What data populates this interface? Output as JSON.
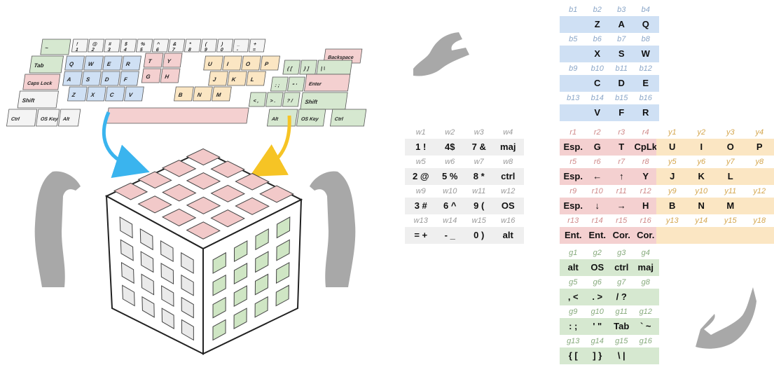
{
  "colors": {
    "blue": "#cfe0f4",
    "blue_label": "#8aa6c8",
    "red": "#f4d0d0",
    "red_label": "#d08a8a",
    "yellow": "#fbe6c3",
    "yellow_label": "#d4a64e",
    "green": "#d6e8d0",
    "green_label": "#86aa7c",
    "gray": "#efefef",
    "gray_label": "#9a9a9a",
    "arrow_blue": "#3ab4ee",
    "arrow_yellow": "#f6c425",
    "hand": "#a8a8a8"
  },
  "keyboard": {
    "row1": [
      "~",
      "!\n1",
      "@\n2",
      "#\n3",
      "$\n4",
      "%\n5",
      "^\n6",
      "&\n7",
      "*\n8",
      "(\n9",
      ")\n0",
      "_\n-",
      "+\n="
    ],
    "qwer": [
      "Q",
      "W",
      "E",
      "R"
    ],
    "ty": [
      "T",
      "Y"
    ],
    "uiop": [
      "U",
      "I",
      "O",
      "P"
    ],
    "asdf": [
      "A",
      "S",
      "D",
      "F"
    ],
    "gh": [
      "G",
      "H"
    ],
    "jkl": [
      "J",
      "K",
      "L"
    ],
    "zxcv": [
      "Z",
      "X",
      "C",
      "V"
    ],
    "bnm": [
      "B",
      "N",
      "M"
    ],
    "tab": "Tab",
    "caps": "Caps Lock",
    "shift_l": "Shift",
    "shift_r": "Shift",
    "ctrl_l": "Ctrl",
    "ctrl_r": "Ctrl",
    "os_l": "OS Key",
    "os_r": "OS Key",
    "alt_l": "Alt",
    "alt_r": "Alt",
    "backspace": "Backspace",
    "enter": "Enter",
    "brace_open": "{ [",
    "brace_close": "} ]",
    "pipe": "| \\",
    "colon": ": ;",
    "quote": "\" '",
    "lt": "< ,",
    "gt": "> .",
    "question": "? /"
  },
  "grid": {
    "blue": {
      "labels": [
        [
          "b1",
          "b2",
          "b3",
          "b4"
        ],
        [
          "b5",
          "b6",
          "b7",
          "b8"
        ],
        [
          "b9",
          "b10",
          "b11",
          "b12"
        ],
        [
          "b13",
          "b14",
          "b15",
          "b16"
        ]
      ],
      "keys": [
        [
          "",
          "Z",
          "A",
          "Q"
        ],
        [
          "",
          "X",
          "S",
          "W"
        ],
        [
          "",
          "C",
          "D",
          "E"
        ],
        [
          "",
          "V",
          "F",
          "R"
        ]
      ]
    },
    "white": {
      "labels": [
        [
          "w1",
          "w2",
          "w3",
          "w4"
        ],
        [
          "w5",
          "w6",
          "w7",
          "w8"
        ],
        [
          "w9",
          "w10",
          "w11",
          "w12"
        ],
        [
          "w13",
          "w14",
          "w15",
          "w16"
        ]
      ],
      "keys": [
        [
          "1 !",
          "4$",
          "7 &",
          "maj"
        ],
        [
          "2 @",
          "5 %",
          "8 *",
          "ctrl"
        ],
        [
          "3 #",
          "6 ^",
          "9 (",
          "OS"
        ],
        [
          "= +",
          "- _",
          "0 )",
          "alt"
        ]
      ]
    },
    "red": {
      "labels": [
        [
          "r1",
          "r2",
          "r3",
          "r4"
        ],
        [
          "r5",
          "r6",
          "r7",
          "r8"
        ],
        [
          "r9",
          "r10",
          "r11",
          "r12"
        ],
        [
          "r13",
          "r14",
          "r15",
          "r16"
        ]
      ],
      "keys": [
        [
          "Esp.",
          "G",
          "T",
          "CpLk"
        ],
        [
          "Esp.",
          "←",
          "↑",
          "Y"
        ],
        [
          "Esp.",
          "↓",
          "→",
          "H"
        ],
        [
          "Ent.",
          "Ent.",
          "Cor.",
          "Cor."
        ]
      ]
    },
    "yellow": {
      "labels": [
        [
          "y1",
          "y2",
          "y3",
          "y4"
        ],
        [
          "y5",
          "y6",
          "y7",
          "y8"
        ],
        [
          "y9",
          "y10",
          "y11",
          "y12"
        ],
        [
          "y13",
          "y14",
          "y15",
          "y18"
        ]
      ],
      "keys": [
        [
          "U",
          "I",
          "O",
          "P"
        ],
        [
          "J",
          "K",
          "L",
          ""
        ],
        [
          "B",
          "N",
          "M",
          ""
        ],
        [
          "",
          "",
          "",
          ""
        ]
      ]
    },
    "green": {
      "labels": [
        [
          "g1",
          "g2",
          "g3",
          "g4"
        ],
        [
          "g5",
          "g6",
          "g7",
          "g8"
        ],
        [
          "g9",
          "g10",
          "g11",
          "g12"
        ],
        [
          "g13",
          "g14",
          "g15",
          "g16"
        ]
      ],
      "keys": [
        [
          "alt",
          "OS",
          "ctrl",
          "maj"
        ],
        [
          ", <",
          ". >",
          "/ ?",
          ""
        ],
        [
          ": ;",
          "' \"",
          "Tab",
          "` ~"
        ],
        [
          "{ [",
          "] }",
          "\\ |",
          ""
        ]
      ]
    }
  }
}
